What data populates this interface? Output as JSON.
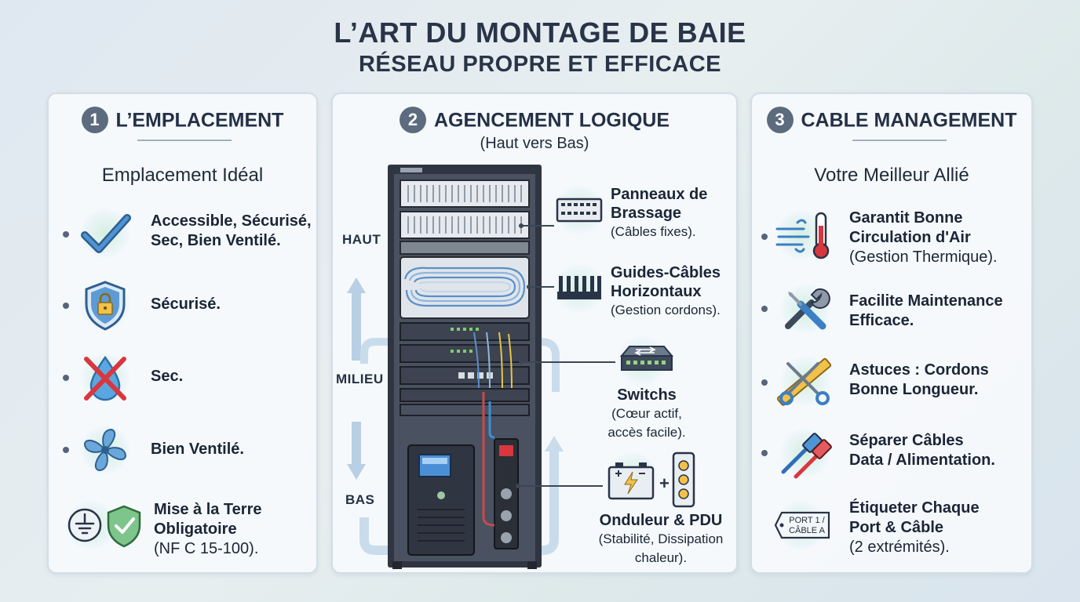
{
  "title": {
    "line1": "L’ART DU MONTAGE DE BAIE",
    "line2": "RÉSEAU PROPRE ET EFFICACE"
  },
  "colors": {
    "accent_blue": "#3b7fc4",
    "dot": "#55657a",
    "badge": "#5c6b7d",
    "red": "#d9363e",
    "green": "#4caf6a"
  },
  "panel1": {
    "number": "1",
    "heading": "L’EMPLACEMENT",
    "subtitle": "Emplacement Idéal",
    "items": [
      {
        "icon": "checkmark-icon",
        "line1": "Accessible, Sécurisé,",
        "line2": "Sec, Bien Ventilé."
      },
      {
        "icon": "shield-lock-icon",
        "line1": "Sécurisé."
      },
      {
        "icon": "no-water-icon",
        "line1": "Sec."
      },
      {
        "icon": "fan-icon",
        "line1": "Bien Ventilé."
      },
      {
        "icon": "ground-shield-icon",
        "line1": "Mise à la Terre",
        "line2": "Obligatoire",
        "note": "(NF C 15-100)."
      }
    ]
  },
  "panel2": {
    "number": "2",
    "heading": "AGENCEMENT LOGIQUE",
    "subtitle": "(Haut vers Bas)",
    "levels": {
      "top": "HAUT",
      "middle": "MILIEU",
      "bottom": "BAS"
    },
    "items": [
      {
        "icon": "patch-panel-icon",
        "line1": "Panneaux de",
        "line2": "Brassage",
        "note": "(Câbles fixes)."
      },
      {
        "icon": "cable-guide-icon",
        "line1": "Guides-Câbles",
        "line2": "Horizontaux",
        "note": "(Gestion cordons)."
      },
      {
        "icon": "switch-icon",
        "line1": "Switchs",
        "note1": "(Cœur actif,",
        "note2": "accès facile)."
      },
      {
        "icon": "battery-pdu-icon",
        "line1": "Onduleur & PDU",
        "note1": "(Stabilité, Dissipation",
        "note2": "chaleur)."
      }
    ],
    "ups_plus": "+"
  },
  "panel3": {
    "number": "3",
    "heading": "CABLE MANAGEMENT",
    "subtitle": "Votre Meilleur Allié",
    "items": [
      {
        "icon": "airflow-thermometer-icon",
        "line1": "Garantit Bonne",
        "line2": "Circulation d'Air",
        "note": "(Gestion Thermique)."
      },
      {
        "icon": "tools-icon",
        "line1": "Facilite Maintenance",
        "line2": "Efficace."
      },
      {
        "icon": "scissors-ruler-icon",
        "line1": "Astuces : Cordons",
        "line2": "Bonne Longueur."
      },
      {
        "icon": "cables-icon",
        "line1": "Séparer Câbles",
        "line2": "Data / Alimentation."
      },
      {
        "icon": "label-tag-icon",
        "tag1": "PORT 1 /",
        "tag2": "CÂBLE A",
        "line1": "Étiqueter Chaque",
        "line2": "Port & Câble",
        "note": "(2 extrémités)."
      }
    ]
  }
}
